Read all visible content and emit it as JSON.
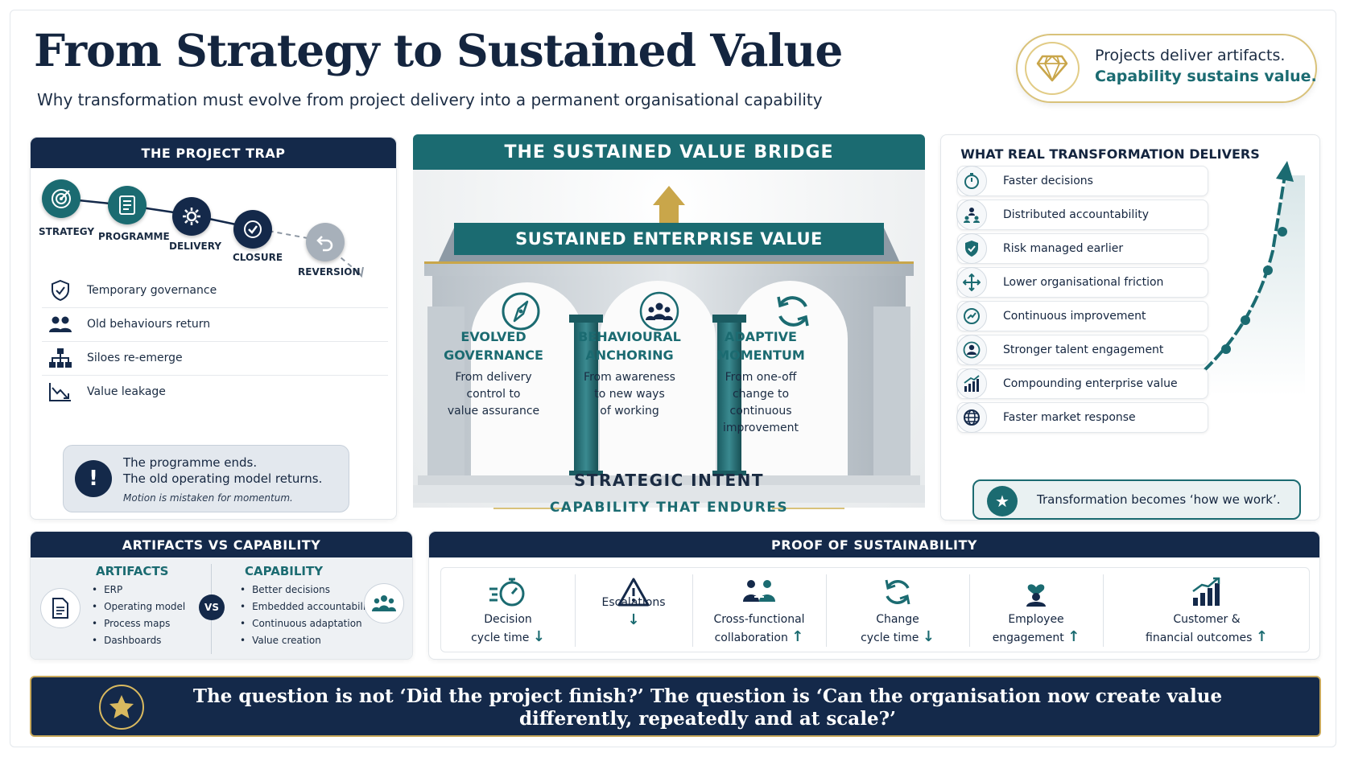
{
  "header": {
    "title": "From Strategy to Sustained Value",
    "subtitle": "Why transformation must evolve from project delivery into a permanent organisational capability"
  },
  "callout": {
    "line1": "Projects deliver artifacts.",
    "line2": "Capability sustains value.",
    "icon": "diamond-icon"
  },
  "project_trap": {
    "title": "THE PROJECT TRAP",
    "steps": [
      {
        "label": "STRATEGY",
        "icon": "target-icon"
      },
      {
        "label": "PROGRAMME",
        "icon": "checklist-icon"
      },
      {
        "label": "DELIVERY",
        "icon": "gear-icon"
      },
      {
        "label": "CLOSURE",
        "icon": "check-circle-icon"
      },
      {
        "label": "REVERSION",
        "icon": "undo-icon"
      }
    ],
    "items": [
      {
        "label": "Temporary governance",
        "icon": "shield-check-icon"
      },
      {
        "label": "Old behaviours return",
        "icon": "people-icon"
      },
      {
        "label": "Siloes re-emerge",
        "icon": "hierarchy-icon"
      },
      {
        "label": "Value leakage",
        "icon": "trend-down-icon"
      }
    ],
    "note": {
      "line1": "The programme ends.",
      "line2": "The old operating model returns.",
      "line3": "Motion is mistaken for momentum."
    }
  },
  "bridge": {
    "title": "THE SUSTAINED VALUE BRIDGE",
    "banner": "SUSTAINED ENTERPRISE VALUE",
    "pillars": [
      {
        "h1": "EVOLVED",
        "h2": "GOVERNANCE",
        "d1": "From delivery",
        "d2": "control to",
        "d3": "value assurance",
        "d4": "",
        "icon": "compass-icon"
      },
      {
        "h1": "BEHAVIOURAL",
        "h2": "ANCHORING",
        "d1": "From awareness",
        "d2": "to new ways",
        "d3": "of working",
        "d4": "",
        "icon": "team-icon"
      },
      {
        "h1": "ADAPTIVE",
        "h2": "MOMENTUM",
        "d1": "From one-off",
        "d2": "change to",
        "d3": "continuous",
        "d4": "improvement",
        "icon": "cycle-icon"
      }
    ],
    "foundation": "STRATEGIC INTENT",
    "footer": "CAPABILITY THAT ENDURES"
  },
  "real": {
    "title": "WHAT REAL TRANSFORMATION DELIVERS",
    "items": [
      {
        "label": "Faster decisions",
        "icon": "stopwatch-icon"
      },
      {
        "label": "Distributed accountability",
        "icon": "org-people-icon"
      },
      {
        "label": "Risk managed earlier",
        "icon": "shield-check-icon"
      },
      {
        "label": "Lower organisational friction",
        "icon": "arrows-out-icon"
      },
      {
        "label": "Continuous improvement",
        "icon": "gauge-icon"
      },
      {
        "label": "Stronger talent engagement",
        "icon": "person-icon"
      },
      {
        "label": "Compounding enterprise value",
        "icon": "bar-growth-icon"
      },
      {
        "label": "Faster market response",
        "icon": "globe-icon"
      }
    ],
    "footer": "Transformation becomes ‘how we work’."
  },
  "artifacts": {
    "title": "ARTIFACTS VS CAPABILITY",
    "left_title": "ARTIFACTS",
    "left_items": [
      "ERP",
      "Operating model",
      "Process maps",
      "Dashboards"
    ],
    "vs": "VS",
    "right_title": "CAPABILITY",
    "right_items": [
      "Better decisions",
      "Embedded accountability",
      "Continuous adaptation",
      "Value creation"
    ]
  },
  "proof": {
    "title": "PROOF OF SUSTAINABILITY",
    "items": [
      {
        "l1": "Decision",
        "l2": "cycle time",
        "arrow": "↓",
        "icon": "stopwatch-fast-icon"
      },
      {
        "l1": "",
        "l2": "Escalations",
        "arrow": "↓",
        "icon": "warning-icon"
      },
      {
        "l1": "Cross-functional",
        "l2": "collaboration",
        "arrow": "↑",
        "icon": "collaboration-icon"
      },
      {
        "l1": "Change",
        "l2": "cycle time",
        "arrow": "↓",
        "icon": "refresh-icon"
      },
      {
        "l1": "Employee",
        "l2": "engagement",
        "arrow": "↑",
        "icon": "heart-people-icon"
      },
      {
        "l1": "Customer &",
        "l2": "financial outcomes",
        "arrow": "↑",
        "icon": "growth-chart-icon"
      }
    ]
  },
  "question": {
    "line1": "The question is not ‘Did the project finish?’ The question is ‘Can the organisation now create value",
    "line2": "differently, repeatedly and at scale?’"
  },
  "colors": {
    "navy": "#14294a",
    "teal": "#1b6b71",
    "gold": "#d9c27a"
  }
}
